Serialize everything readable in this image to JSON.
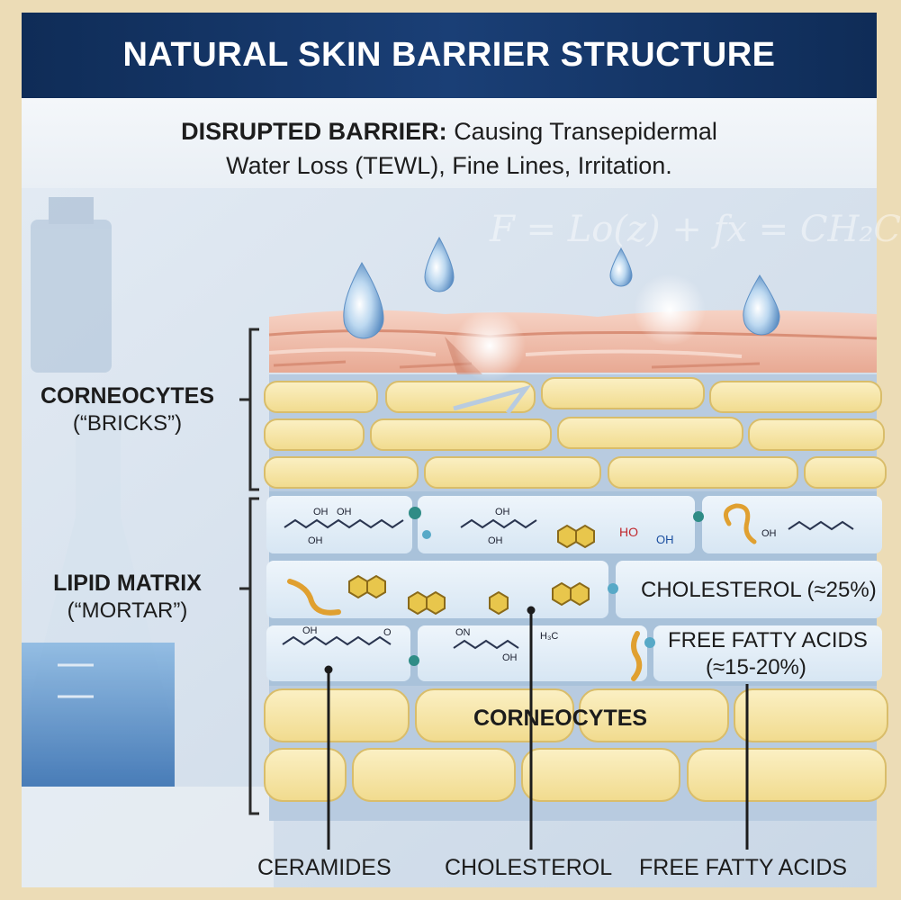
{
  "title": "NATURAL SKIN BARRIER STRUCTURE",
  "subtitle": {
    "bold": "DISRUPTED BARRIER:",
    "line1_rest": "Causing Transepidermal",
    "line2": "Water Loss (TEWL), Fine Lines, Irritation."
  },
  "background_formula": "F = Lo(z) + fx = CH₂C",
  "left_labels": {
    "corneocytes_main": "CORNEOCYTES",
    "corneocytes_sub": "(“BRICKS”)",
    "lipid_main": "LIPID MATRIX",
    "lipid_sub": "(“MORTAR”)"
  },
  "callouts": {
    "cholesterol_pct": "CHOLESTEROL (≈25%)",
    "ffa_line1": "FREE FATTY ACIDS",
    "ffa_line2": "(≈15-20%)",
    "corneocytes": "CORNEOCYTES"
  },
  "bottom_labels": {
    "ceramides": "CERAMIDES",
    "cholesterol": "CHOLESTEROL",
    "ffa": "FREE FATTY ACIDS"
  },
  "molecule_labels": {
    "oh": "OH",
    "ho": "HO",
    "o": "O",
    "on": "ON",
    "h3c": "H₃C"
  },
  "colors": {
    "header": "#0f2c57",
    "brick_fill": "#f7e6a6",
    "brick_stroke": "#d9bd6a",
    "top_layer": "#f0b8a8",
    "lipid": "#e3eef8",
    "mortar_gap": "#9fb8d0",
    "molecule_yellow": "#e8c64c",
    "molecule_orange": "#e0a030",
    "bracket": "#2a2a2a"
  }
}
